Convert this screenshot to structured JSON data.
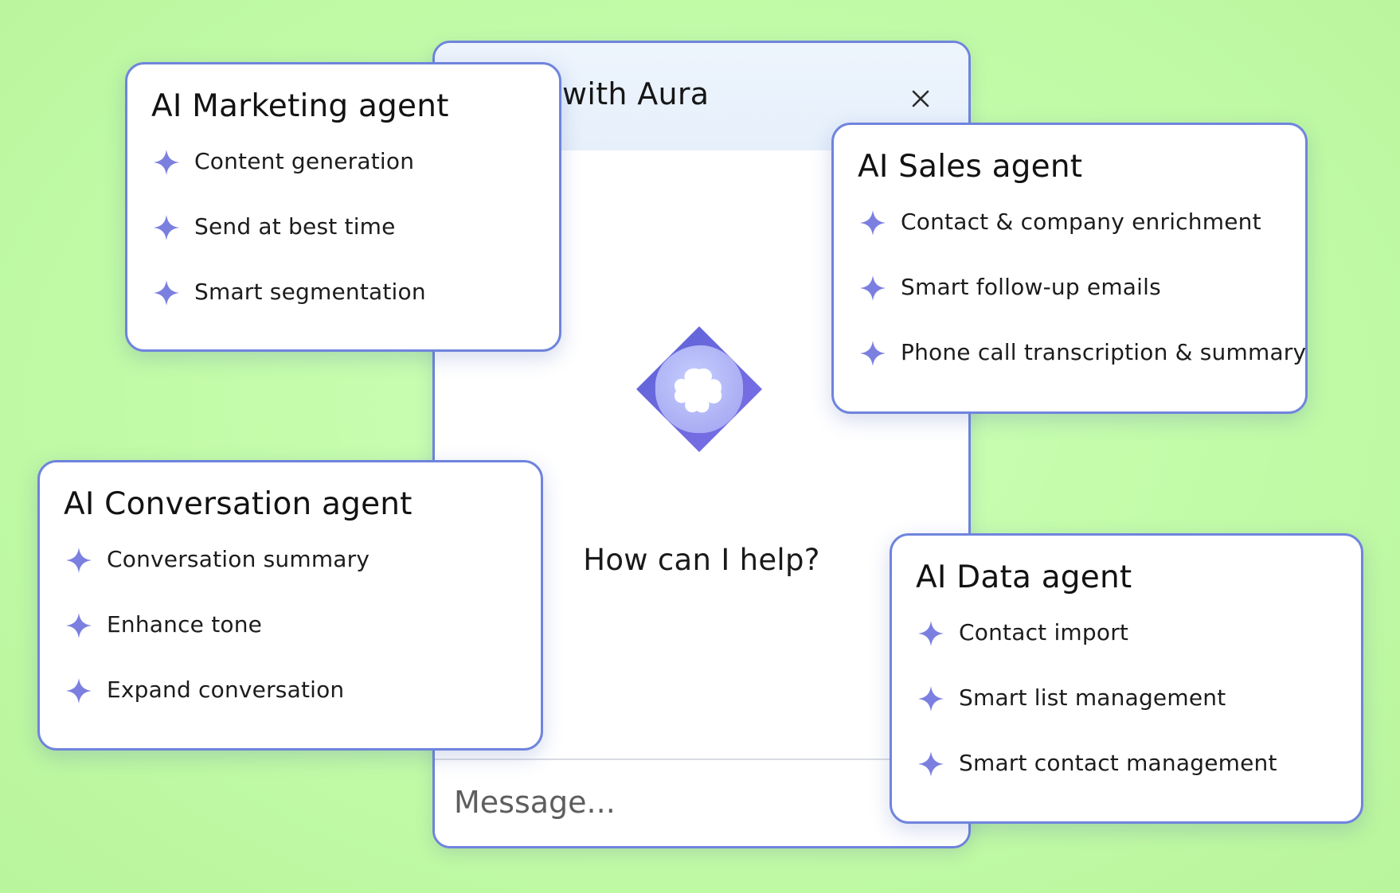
{
  "chat": {
    "title": "with Aura",
    "prompt": "How can I help?",
    "message_placeholder": "Message...",
    "close_icon": "close-icon",
    "logo_icon": "aura-logo-icon"
  },
  "cards": {
    "marketing": {
      "title": "AI Marketing agent",
      "items": [
        "Content generation",
        "Send at best time",
        "Smart segmentation"
      ]
    },
    "sales": {
      "title": "AI Sales agent",
      "items": [
        "Contact & company enrichment",
        "Smart follow-up emails",
        "Phone call transcription & summary"
      ]
    },
    "conversation": {
      "title": "AI Conversation agent",
      "items": [
        "Conversation summary",
        "Enhance tone",
        "Expand conversation"
      ]
    },
    "data": {
      "title": "AI Data agent",
      "items": [
        "Contact import",
        "Smart list management",
        "Smart contact management"
      ]
    }
  },
  "icons": {
    "bullet": "sparkle-icon"
  },
  "colors": {
    "accent": "#6f84dd",
    "sparkle": "#7b7fe0",
    "background": "#c2fba7"
  }
}
